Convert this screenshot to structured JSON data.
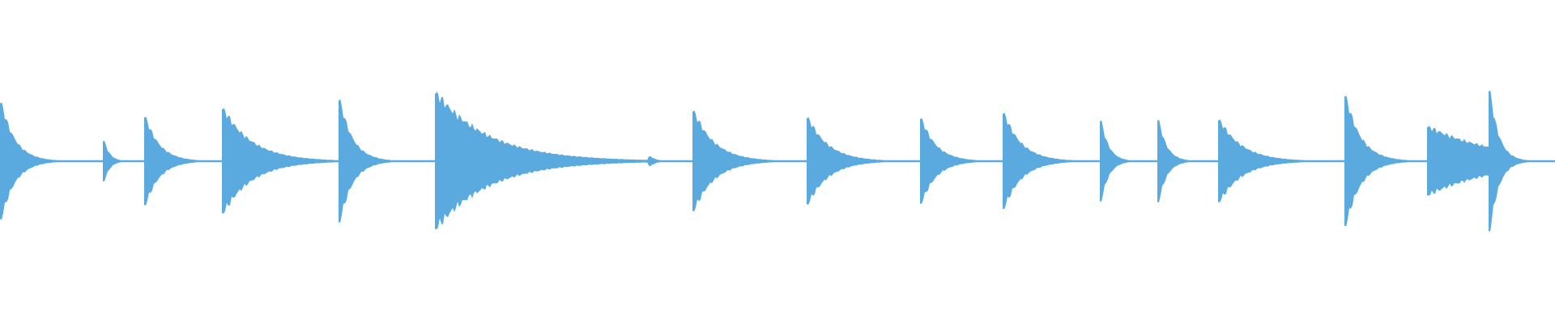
{
  "waveform": {
    "color": "#5aaae0",
    "baseline_color": "#5aaae0",
    "onsets": [
      {
        "amplitude": 0.78,
        "decay": "fast"
      },
      {
        "amplitude": 0.27,
        "decay": "fast"
      },
      {
        "amplitude": 0.59,
        "decay": "medium"
      },
      {
        "amplitude": 0.7,
        "decay": "slow"
      },
      {
        "amplitude": 0.82,
        "decay": "fast"
      },
      {
        "amplitude": 0.91,
        "decay": "slow"
      },
      {
        "amplitude": 0.08,
        "decay": "fast"
      },
      {
        "amplitude": 0.67,
        "decay": "medium"
      },
      {
        "amplitude": 0.58,
        "decay": "medium"
      },
      {
        "amplitude": 0.57,
        "decay": "medium"
      },
      {
        "amplitude": 0.64,
        "decay": "medium"
      },
      {
        "amplitude": 0.54,
        "decay": "fast"
      },
      {
        "amplitude": 0.55,
        "decay": "fast"
      },
      {
        "amplitude": 0.55,
        "decay": "medium"
      },
      {
        "amplitude": 0.87,
        "decay": "medium"
      },
      {
        "amplitude": 0.46,
        "decay": "flat"
      },
      {
        "amplitude": 0.94,
        "decay": "fast"
      }
    ]
  }
}
